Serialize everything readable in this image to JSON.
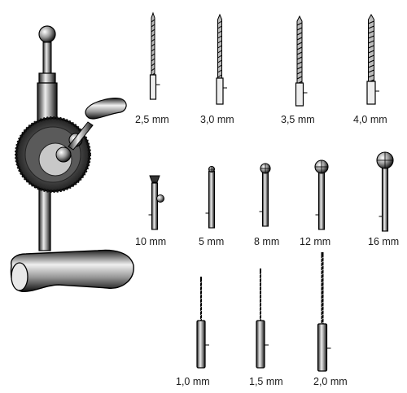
{
  "labels": {
    "twist_drills": [
      "2,5 mm",
      "3,0 mm",
      "3,5 mm",
      "4,0 mm"
    ],
    "burrs": [
      "10 mm",
      "5 mm",
      "8 mm",
      "12 mm",
      "16 mm"
    ],
    "fine_drills": [
      "1,0 mm",
      "1,5 mm",
      "2,0 mm"
    ]
  }
}
